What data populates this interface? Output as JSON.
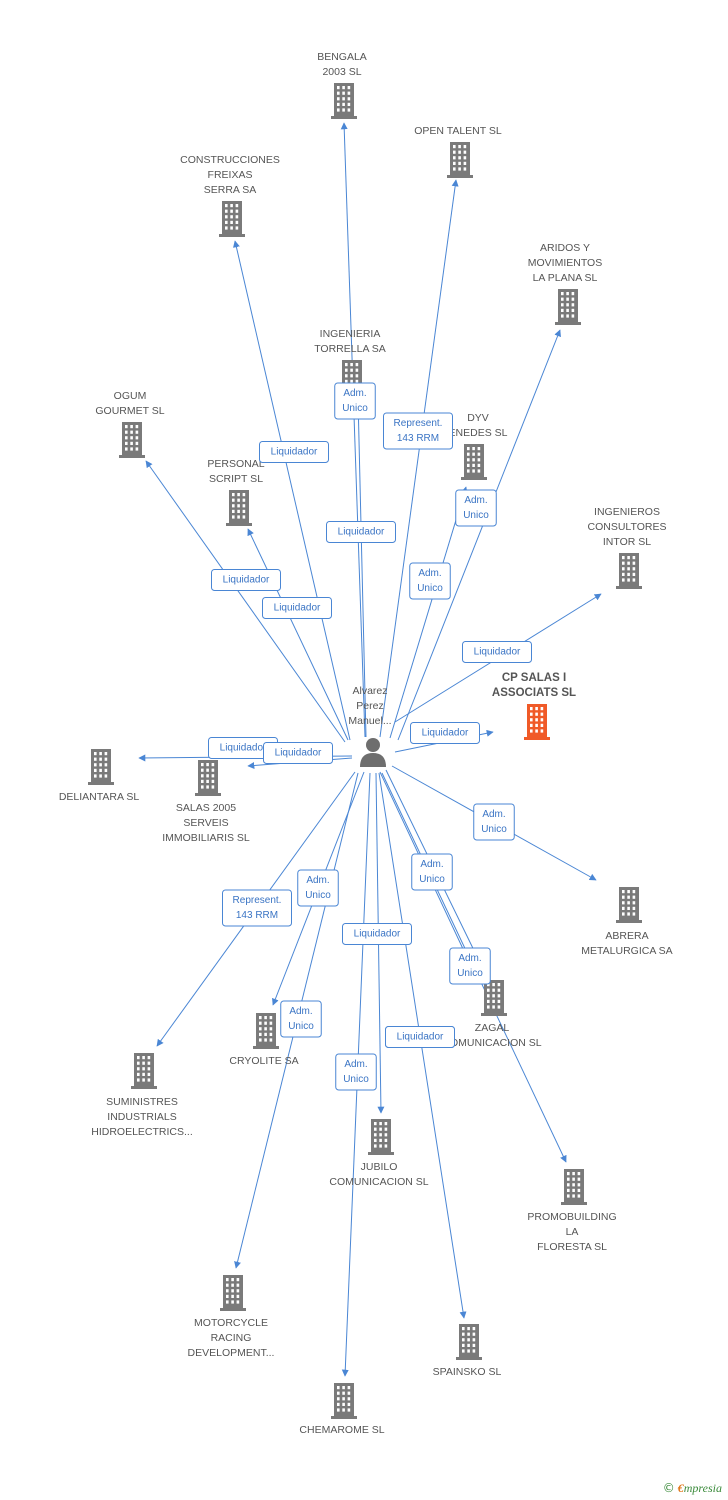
{
  "colors": {
    "edge": "#4a86d4",
    "node": "#7a7a7a",
    "focus": "#f05a28",
    "person": "#6e6e6e"
  },
  "person": {
    "lines": [
      "Alvarez",
      "Perez",
      "Manuel..."
    ]
  },
  "companies": [
    {
      "id": "bengala",
      "lines": [
        "BENGALA",
        "2003 SL"
      ],
      "focus": false
    },
    {
      "id": "open-talent",
      "lines": [
        "OPEN TALENT SL"
      ],
      "focus": false
    },
    {
      "id": "construcciones-freixas",
      "lines": [
        "CONSTRUCCIONES",
        "FREIXAS",
        "SERRA SA"
      ],
      "focus": false
    },
    {
      "id": "aridos",
      "lines": [
        "ARIDOS Y",
        "MOVIMIENTOS",
        "LA PLANA SL"
      ],
      "focus": false
    },
    {
      "id": "ingenieria-torrella",
      "lines": [
        "INGENIERIA",
        "TORRELLA SA"
      ],
      "focus": false
    },
    {
      "id": "ogum",
      "lines": [
        "OGUM",
        "GOURMET SL"
      ],
      "focus": false
    },
    {
      "id": "dyv",
      "lines": [
        "DYV",
        "ENEDES SL"
      ],
      "focus": false
    },
    {
      "id": "personal-script",
      "lines": [
        "PERSONAL",
        "SCRIPT SL"
      ],
      "focus": false
    },
    {
      "id": "ingenieros-intor",
      "lines": [
        "INGENIEROS",
        "CONSULTORES",
        "INTOR SL"
      ],
      "focus": false
    },
    {
      "id": "cp-salas",
      "lines": [
        "CP SALAS I",
        "ASSOCIATS SL"
      ],
      "focus": true
    },
    {
      "id": "deliantara",
      "lines": [
        "DELIANTARA SL"
      ],
      "focus": false
    },
    {
      "id": "salas-2005",
      "lines": [
        "SALAS 2005",
        "SERVEIS",
        "IMMOBILIARIS SL"
      ],
      "focus": false
    },
    {
      "id": "abrera",
      "lines": [
        "ABRERA",
        "METALURGICA SA"
      ],
      "focus": false
    },
    {
      "id": "zagal",
      "lines": [
        "ZAGAL",
        "COMUNICACION SL"
      ],
      "focus": false
    },
    {
      "id": "cryolite",
      "lines": [
        "CRYOLITE SA"
      ],
      "focus": false
    },
    {
      "id": "suministres",
      "lines": [
        "SUMINISTRES",
        "INDUSTRIALS",
        "HIDROELECTRICS..."
      ],
      "focus": false
    },
    {
      "id": "jubilo",
      "lines": [
        "JUBILO",
        "COMUNICACION SL"
      ],
      "focus": false
    },
    {
      "id": "promobuilding",
      "lines": [
        "PROMOBUILDING",
        "LA",
        "FLORESTA SL"
      ],
      "focus": false
    },
    {
      "id": "motorcycle",
      "lines": [
        "MOTORCYCLE",
        "RACING",
        "DEVELOPMENT..."
      ],
      "focus": false
    },
    {
      "id": "spainsko",
      "lines": [
        "SPAINSKO SL"
      ],
      "focus": false
    },
    {
      "id": "chemarome",
      "lines": [
        "CHEMAROME SL"
      ],
      "focus": false
    }
  ],
  "edges": [
    {
      "target": "bengala",
      "lines": [
        "Adm.",
        "Unico"
      ]
    },
    {
      "target": "open-talent",
      "lines": [
        "Represent.",
        "143 RRM"
      ]
    },
    {
      "target": "construcciones-freixas",
      "lines": [
        "Liquidador"
      ]
    },
    {
      "target": "aridos",
      "lines": [
        "Adm.",
        "Unico"
      ]
    },
    {
      "target": "ingenieria-torrella",
      "lines": [
        "Liquidador"
      ]
    },
    {
      "target": "ogum",
      "lines": [
        "Liquidador"
      ]
    },
    {
      "target": "dyv",
      "lines": [
        "Adm.",
        "Unico"
      ]
    },
    {
      "target": "personal-script",
      "lines": [
        "Liquidador"
      ]
    },
    {
      "target": "ingenieros-intor",
      "lines": [
        "Liquidador"
      ]
    },
    {
      "target": "cp-salas",
      "lines": [
        "Liquidador"
      ]
    },
    {
      "target": "deliantara",
      "lines": [
        "Liquidador"
      ]
    },
    {
      "target": "salas-2005",
      "lines": [
        "Liquidador"
      ]
    },
    {
      "target": "abrera",
      "lines": [
        "Adm.",
        "Unico"
      ]
    },
    {
      "target": "zagal",
      "lines": [
        "Adm.",
        "Unico"
      ]
    },
    {
      "target": "zagal",
      "lines": [
        "Adm.",
        "Unico"
      ]
    },
    {
      "target": "cryolite",
      "lines": [
        "Adm.",
        "Unico"
      ]
    },
    {
      "target": "suministres",
      "lines": [
        "Represent.",
        "143 RRM"
      ]
    },
    {
      "target": "jubilo",
      "lines": [
        "Liquidador"
      ]
    },
    {
      "target": "promobuilding",
      "lines": [
        "Liquidador"
      ]
    },
    {
      "target": "motorcycle",
      "lines": [
        "Adm.",
        "Unico"
      ]
    },
    {
      "target": "chemarome",
      "lines": [
        "Adm.",
        "Unico"
      ]
    },
    {
      "target": "spainsko",
      "lines": [
        "Liquidador"
      ]
    }
  ],
  "footer": {
    "copyright": "©",
    "brand_first": "€",
    "brand_rest": "mpresia"
  }
}
